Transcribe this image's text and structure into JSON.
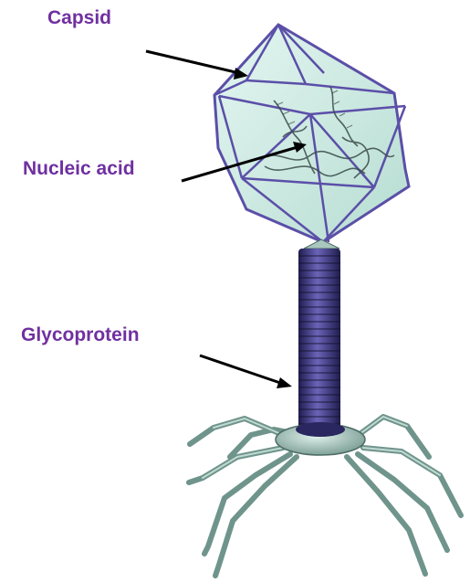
{
  "colors": {
    "label": "#7030a0",
    "arrow": "#000000",
    "capsid_edge": "#5b4fa8",
    "capsid_fill": "#c9ece3",
    "tail": "#3f3a86",
    "fibers": "#8fb3aa",
    "baseplate": "#a9c7be"
  },
  "labels": {
    "capsid": "Capsid",
    "nucleic_acid": "Nucleic acid",
    "glycoprotein": "Glycoprotein"
  },
  "icons": [
    "bacteriophage-illustration",
    "arrow"
  ]
}
